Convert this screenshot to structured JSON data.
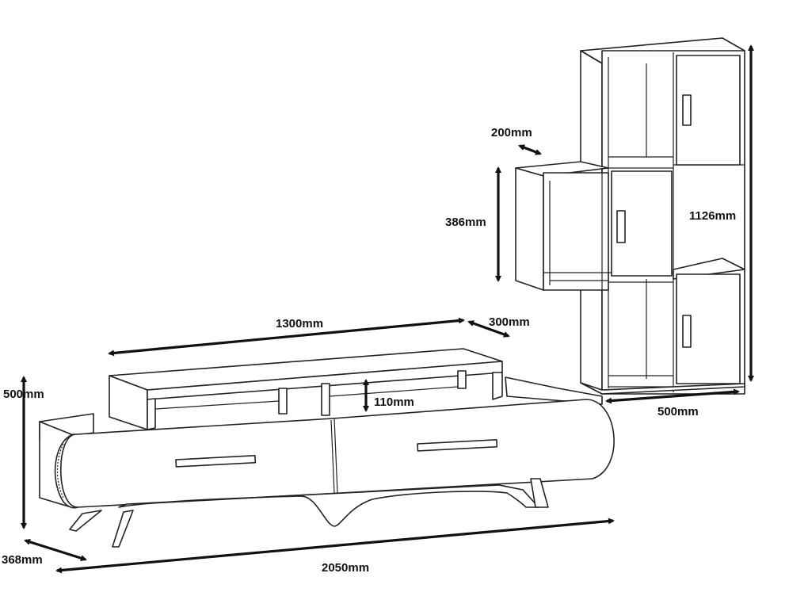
{
  "dimensions": {
    "shelf_height": "200mm",
    "side_shelf_height": "386mm",
    "bookcase_height": "1126mm",
    "top_length": "1300mm",
    "top_depth": "300mm",
    "bookcase_width": "500mm",
    "tv_height": "500mm",
    "riser_height": "110mm",
    "tv_depth": "368mm",
    "tv_length": "2050mm"
  },
  "colors": {
    "line": "#222222",
    "background": "#ffffff"
  }
}
